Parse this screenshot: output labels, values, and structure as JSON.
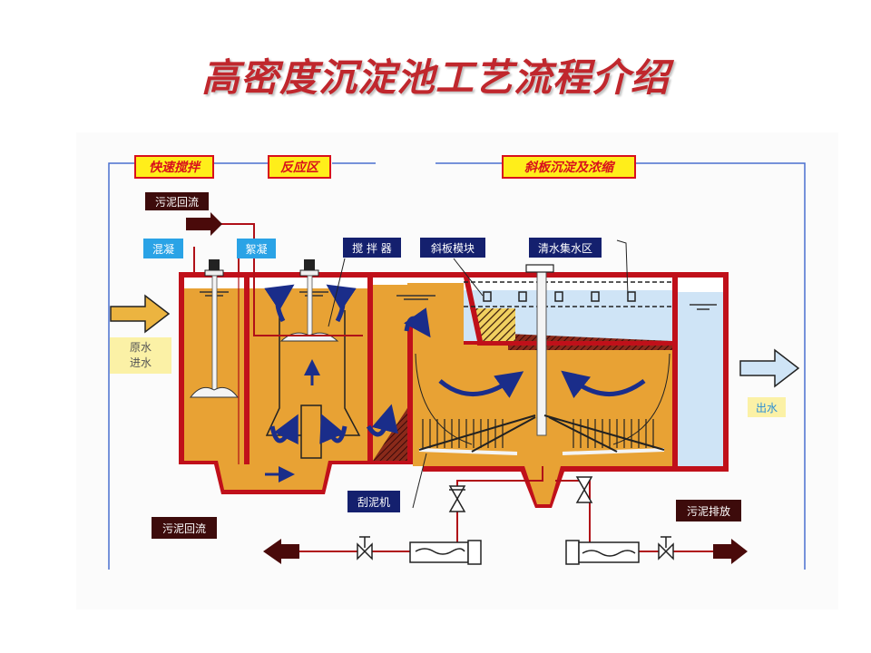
{
  "title": "高密度沉淀池工艺流程介绍",
  "zones": {
    "rapid_mix": "快速搅拌",
    "reaction": "反应区",
    "settling": "斜板沉淀及浓缩"
  },
  "labels": {
    "sludge_return_top": "污泥回流",
    "coagulation": "混凝",
    "flocculation": "絮凝",
    "mixer": "搅 拌 器",
    "lamella_module": "斜板模块",
    "clear_water_zone": "清水集水区",
    "raw_water_line1": "原水",
    "raw_water_line2": "进水",
    "outlet": "出水",
    "scraper": "刮泥机",
    "sludge_return_bottom": "污泥回流",
    "sludge_discharge": "污泥排放"
  },
  "colors": {
    "title": "#c0272d",
    "tank_wall": "#c0101a",
    "water_turbid": "#e8a234",
    "water_clear": "#cfe4f6",
    "flow_arrow": "#1a2d8a",
    "zone_bg": "#ffee1a",
    "frame_line": "#4a6fd0"
  }
}
